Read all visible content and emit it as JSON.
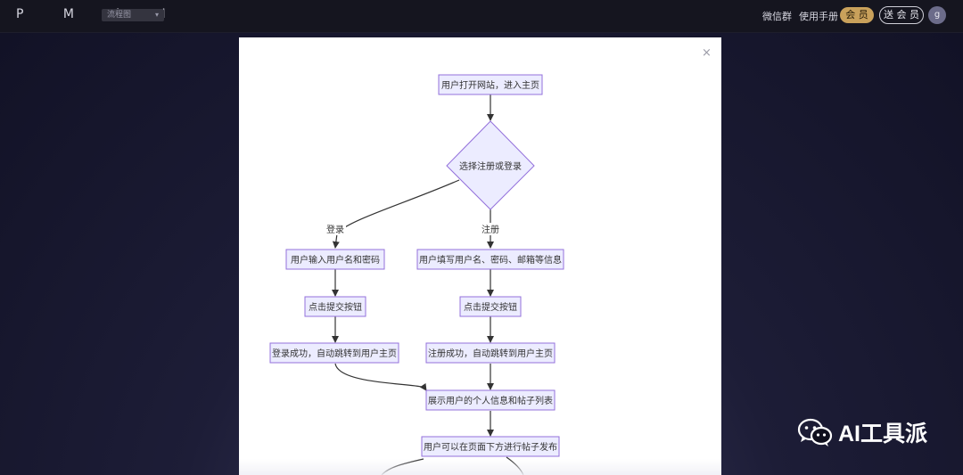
{
  "topbar": {
    "logo": "P M A I",
    "mode_select": "流程图",
    "wechat_group": "微信群",
    "manual": "使用手册",
    "vip": "会 员",
    "gift_vip": "送 会 员",
    "avatar": "g"
  },
  "modal": {
    "close": "×"
  },
  "flowchart": {
    "nodes": {
      "start": "用户打开网站，进入主页",
      "decision": "选择注册或登录",
      "login_input": "用户输入用户名和密码",
      "register_input": "用户填写用户名、密码、邮箱等信息",
      "login_submit": "点击提交按钮",
      "register_submit": "点击提交按钮",
      "login_success": "登录成功，自动跳转到用户主页",
      "register_success": "注册成功，自动跳转到用户主页",
      "show_info": "展示用户的个人信息和帖子列表",
      "publish": "用户可以在页面下方进行帖子发布"
    },
    "edges": {
      "login": "登录",
      "register": "注册"
    }
  },
  "watermark": {
    "text": "AI工具派",
    "icon": "wechat-icon"
  }
}
